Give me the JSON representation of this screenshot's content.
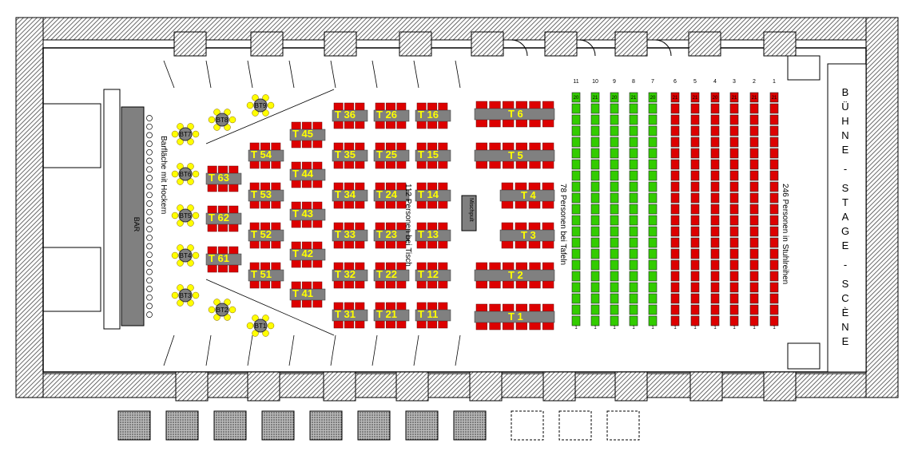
{
  "bar_label": "BAR",
  "bar_area_label": "Barfläche mit Hockern",
  "mixer_label": "Mischpult",
  "stage_label": "BÜHNE - STAGE - SCÈNE",
  "table_capacity_label": "112 Personen bei Tisch",
  "tables_capacity_label": "78 Personen bei Tafeln",
  "rows_capacity_label": "246 Personen in Stuhlreihen",
  "bar_tables": [
    "BT1",
    "BT2",
    "BT3",
    "BT4",
    "BT5",
    "BT6",
    "BT7",
    "BT8",
    "BT9"
  ],
  "tables": {
    "col1": [
      "T 61",
      "T 62",
      "T 63"
    ],
    "col2": [
      "T 51",
      "T 52",
      "T 53",
      "T 54"
    ],
    "col3": [
      "T 41",
      "T 42",
      "T 43",
      "T 44",
      "T 45"
    ],
    "col4": [
      "T 31",
      "T 32",
      "T 33",
      "T 34",
      "T 35",
      "T 36"
    ],
    "col5": [
      "T 21",
      "T 22",
      "T 23",
      "T 24",
      "T 25",
      "T 26"
    ],
    "col6": [
      "T 11",
      "T 12",
      "T 13",
      "T 14",
      "T 15",
      "T 16"
    ],
    "tafeln": [
      "T 1",
      "T 2",
      "T 3",
      "T 4",
      "T 5",
      "T 6"
    ]
  },
  "seat_rows": {
    "numbers": [
      "11",
      "10",
      "9",
      "8",
      "7",
      "6",
      "5",
      "4",
      "3",
      "2",
      "1"
    ],
    "top_labels": [
      "20",
      "21",
      "20",
      "21",
      "20",
      "21",
      "21",
      "20",
      "21",
      "21",
      "21"
    ],
    "bottom_label": "1",
    "green_color": "#33cc00",
    "red_color": "#dd0000"
  },
  "colors": {
    "table": "#808080",
    "chair": "#dd0000",
    "stool": "#ffff00",
    "table_text": "#ffff00",
    "wall_hatch": "#555555"
  }
}
